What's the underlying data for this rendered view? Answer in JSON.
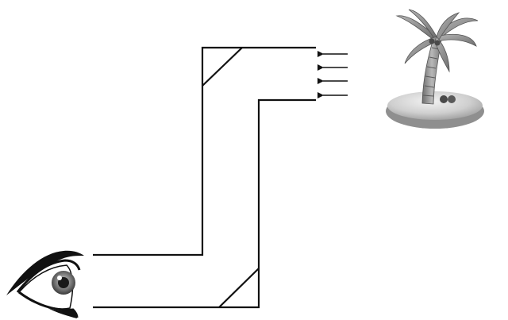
{
  "figure": {
    "description_hidden": "",
    "elements": {
      "observer": "eye-icon",
      "target": "palm-tree-island-icon",
      "instrument": "periscope-tube",
      "mirrors": 2,
      "incoming_rays": 4
    },
    "colors": {
      "line": "#111111",
      "eye_shade": "#555555",
      "sand": "#d4d4d4",
      "sand_shadow": "#9a9a9a",
      "trunk": "#8e8e8e",
      "leaves": "#8a8a8a",
      "coconuts": "#4a4a4a"
    }
  }
}
